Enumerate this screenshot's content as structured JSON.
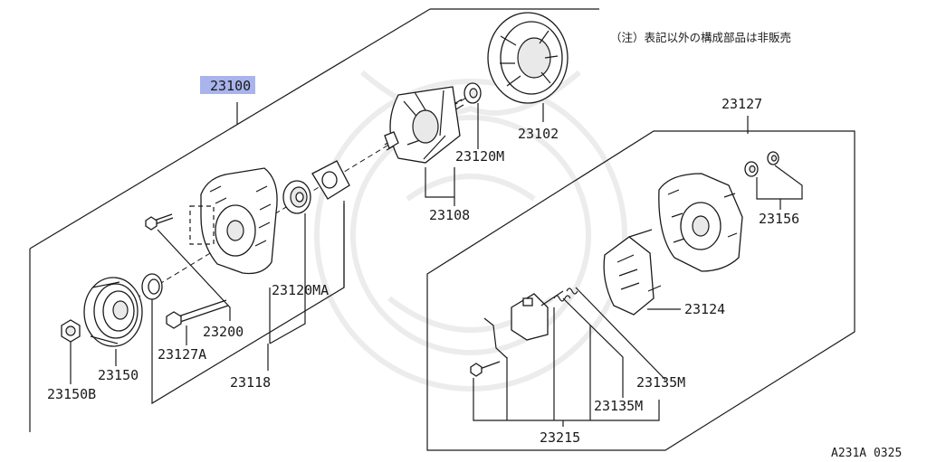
{
  "note": "（注）表記以外の構成部品は非販売",
  "diagram_code": "A231A 0325",
  "highlight_color": "#a9b4ec",
  "labels": {
    "p23100": "23100",
    "p23102": "23102",
    "p23120M": "23120M",
    "p23108": "23108",
    "p23127": "23127",
    "p23156": "23156",
    "p23120MA": "23120MA",
    "p23200": "23200",
    "p23127A": "23127A",
    "p23118": "23118",
    "p23150": "23150",
    "p23150B": "23150B",
    "p23124": "23124",
    "p23135M_a": "23135M",
    "p23135M_b": "23135M",
    "p23215": "23215"
  }
}
